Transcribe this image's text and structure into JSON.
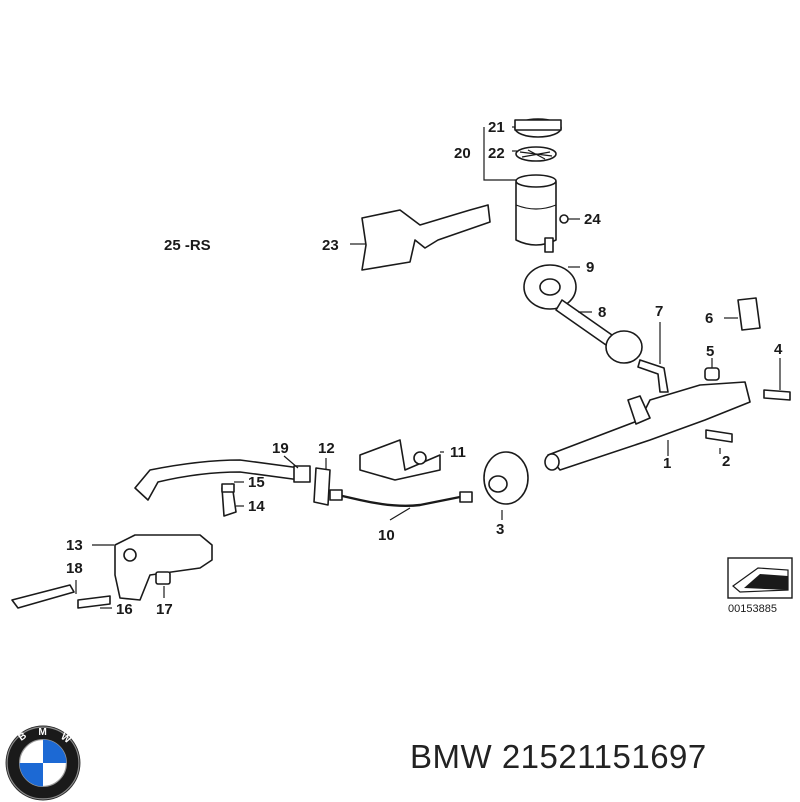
{
  "diagram": {
    "variant_label": "25 -RS",
    "reference_code": "00153885",
    "part_labels": [
      "1",
      "2",
      "3",
      "4",
      "5",
      "6",
      "7",
      "8",
      "9",
      "10",
      "11",
      "12",
      "13",
      "14",
      "15",
      "16",
      "17",
      "18",
      "19",
      "20",
      "21",
      "22",
      "23",
      "24"
    ]
  },
  "footer": {
    "brand": "BMW",
    "part_number": "21521151697",
    "caption": "BMW 21521151697"
  },
  "logo": {
    "letters": "BMW",
    "colors": {
      "blue": "#1c69d4",
      "white": "#ffffff",
      "ring": "#111111"
    }
  }
}
